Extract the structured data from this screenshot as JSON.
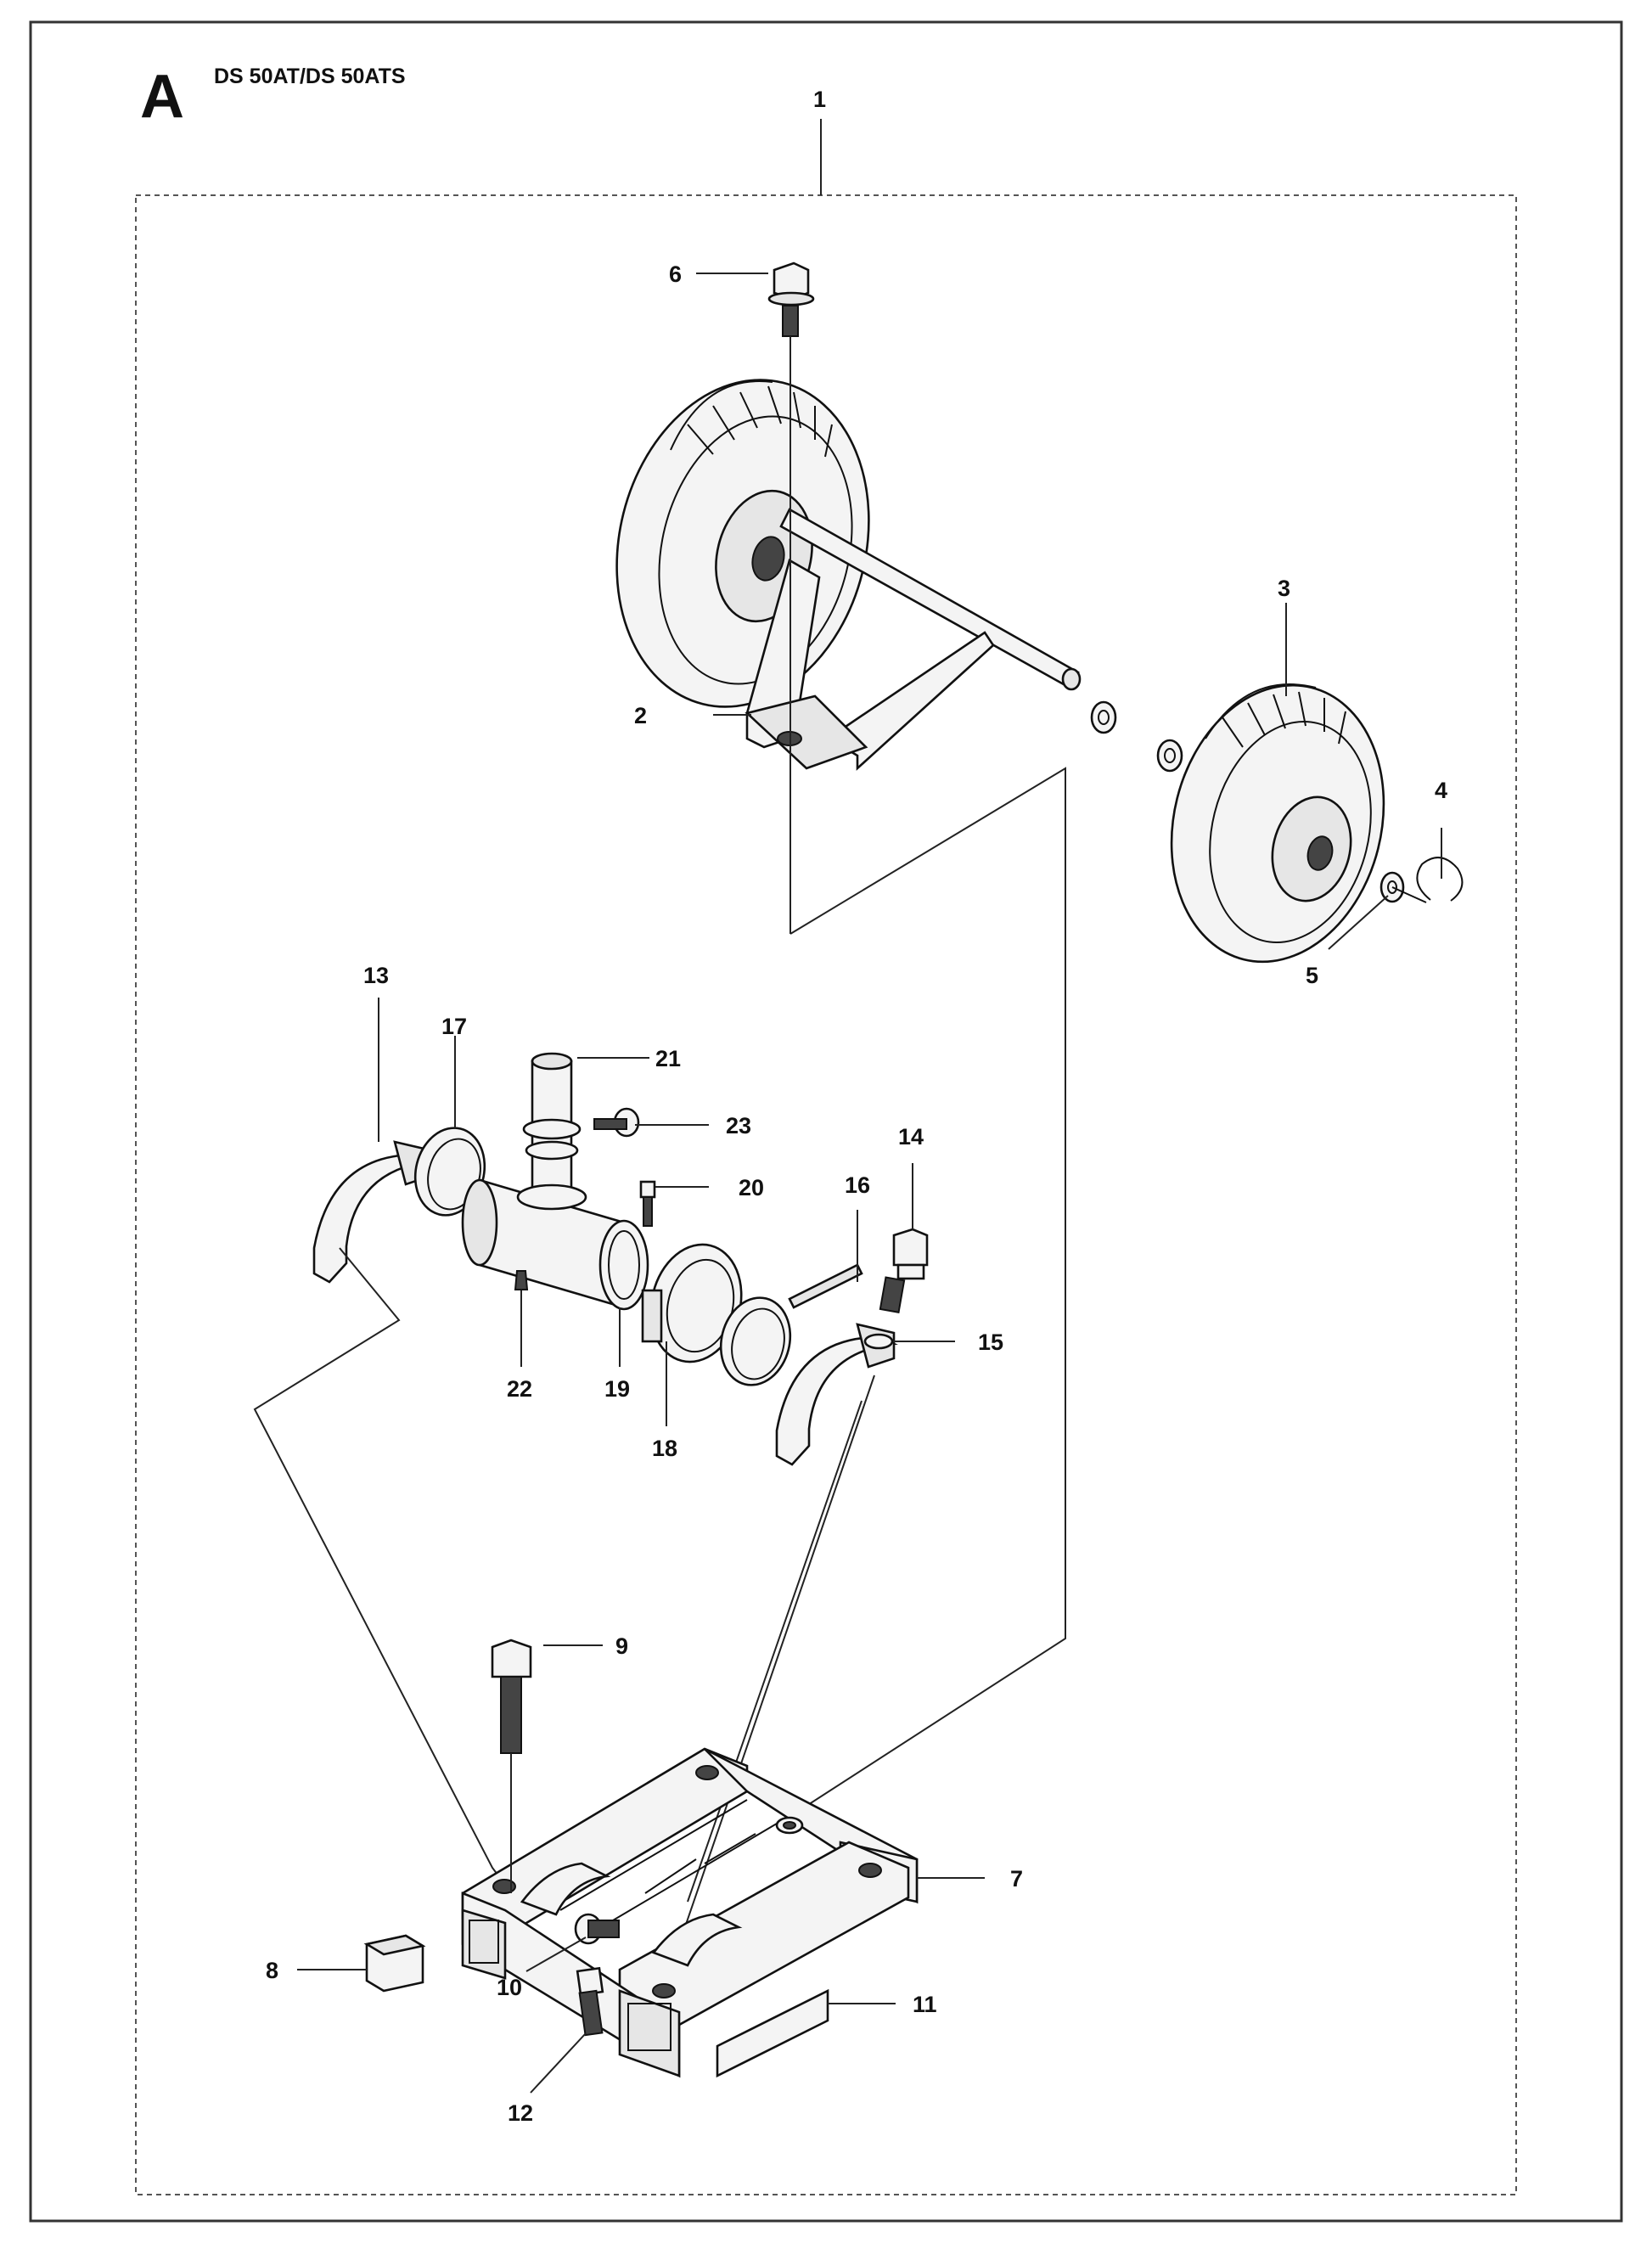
{
  "header": {
    "section_letter": "A",
    "model": "DS 50AT/DS 50ATS"
  },
  "callouts": [
    "1",
    "2",
    "3",
    "4",
    "5",
    "6",
    "7",
    "8",
    "9",
    "10",
    "11",
    "12",
    "13",
    "14",
    "15",
    "16",
    "17",
    "18",
    "19",
    "20",
    "21",
    "22",
    "23"
  ]
}
